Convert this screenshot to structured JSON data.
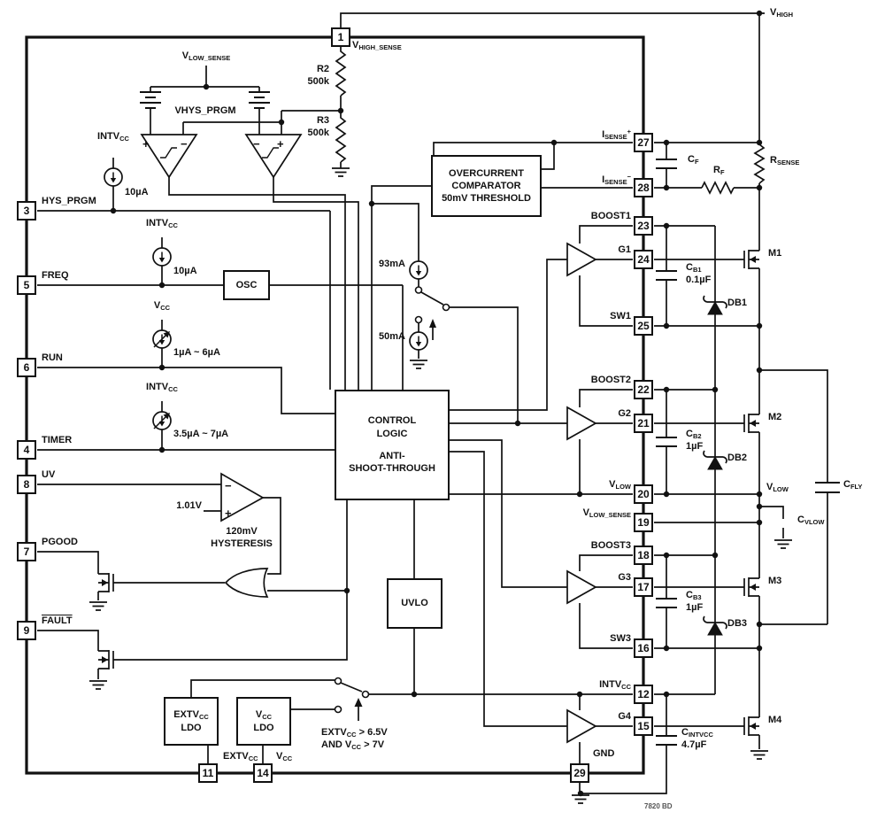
{
  "doc": {
    "code": "7820 BD"
  },
  "signs": {
    "plus": "+",
    "minus": "−"
  },
  "pins": {
    "p1": "1",
    "p3": "3",
    "p5": "5",
    "p6": "6",
    "p4": "4",
    "p8": "8",
    "p7": "7",
    "p9": "9",
    "p11": "11",
    "p14": "14",
    "p29": "29",
    "p27": "27",
    "p28": "28",
    "p23": "23",
    "p24": "24",
    "p25": "25",
    "p22": "22",
    "p21": "21",
    "p20": "20",
    "p19": "19",
    "p18": "18",
    "p17": "17",
    "p16": "16",
    "p12": "12",
    "p15": "15"
  },
  "pin_labels": {
    "vhigh_sense": {
      "a": "V",
      "b": "HIGH_SENSE"
    },
    "hys_prgm": {
      "a": "HYS_PRGM"
    },
    "freq": {
      "a": "FREQ"
    },
    "run": {
      "a": "RUN"
    },
    "timer": {
      "a": "TIMER"
    },
    "uv": {
      "a": "UV"
    },
    "pgood": {
      "a": "PGOOD"
    },
    "fault": {
      "a": "FAULT"
    },
    "extvcc": {
      "a": "EXTV",
      "b": "CC"
    },
    "vcc": {
      "a": "V",
      "b": "CC"
    },
    "gnd": {
      "a": "GND"
    },
    "isense_p": {
      "a": "I",
      "b": "SENSE",
      "p": "+"
    },
    "isense_m": {
      "a": "I",
      "b": "SENSE",
      "p": "−"
    },
    "boost1": {
      "a": "BOOST1"
    },
    "g1": {
      "a": "G1"
    },
    "sw1": {
      "a": "SW1"
    },
    "boost2": {
      "a": "BOOST2"
    },
    "g2": {
      "a": "G2"
    },
    "vlow": {
      "a": "V",
      "b": "LOW"
    },
    "vlow_sense": {
      "a": "V",
      "b": "LOW_SENSE"
    },
    "boost3": {
      "a": "BOOST3"
    },
    "g3": {
      "a": "G3"
    },
    "sw3": {
      "a": "SW3"
    },
    "intvcc": {
      "a": "INTV",
      "b": "CC"
    },
    "g4": {
      "a": "G4"
    }
  },
  "nets": {
    "vhigh": {
      "a": "V",
      "b": "HIGH"
    },
    "vlow_sense_top": {
      "a": "V",
      "b": "LOW_SENSE"
    },
    "vhys_prgm": {
      "a": "VHYS_PRGM"
    },
    "intvcc": {
      "a": "INTV",
      "b": "CC"
    },
    "vcc": {
      "a": "V",
      "b": "CC"
    },
    "vlow_node": {
      "a": "V",
      "b": "LOW"
    }
  },
  "sources": {
    "i10": "10µA",
    "i1_6": "1µA ~ 6µA",
    "i35_7": "3.5µA ~ 7µA",
    "i93": "93mA",
    "i50": "50mA"
  },
  "components": {
    "r2": {
      "name": "R2",
      "value": "500k"
    },
    "r3": {
      "name": "R3",
      "value": "500k"
    },
    "rf": {
      "a": "R",
      "b": "F"
    },
    "rsense": {
      "a": "R",
      "b": "SENSE"
    },
    "cf": {
      "a": "C",
      "b": "F"
    },
    "cb1": {
      "a": "C",
      "b": "B1",
      "value": "0.1µF"
    },
    "cb2": {
      "a": "C",
      "b": "B2",
      "value": "1µF"
    },
    "cb3": {
      "a": "C",
      "b": "B3",
      "value": "1µF"
    },
    "cintvcc": {
      "a": "C",
      "b": "INTVCC",
      "value": "4.7µF"
    },
    "cvlow": {
      "a": "C",
      "b": "VLOW"
    },
    "cfly": {
      "a": "C",
      "b": "FLY"
    },
    "db1": "DB1",
    "db2": "DB2",
    "db3": "DB3",
    "m1": "M1",
    "m2": "M2",
    "m3": "M3",
    "m4": "M4"
  },
  "blocks": {
    "osc": "OSC",
    "overcurrent": {
      "l1": "OVERCURRENT",
      "l2": "COMPARATOR",
      "l3": "50mV THRESHOLD"
    },
    "control": {
      "l1": "CONTROL",
      "l2": "LOGIC",
      "l3": "ANTI-",
      "l4": "SHOOT-THROUGH"
    },
    "uvlo": "UVLO",
    "extvcc_ldo": {
      "a": "EXTV",
      "b": "CC",
      "l2": "LDO"
    },
    "vcc_ldo": {
      "a": "V",
      "b": "CC",
      "l2": "LDO"
    }
  },
  "annotations": {
    "uv_ref": "1.01V",
    "hyst1": "120mV",
    "hyst2": "HYSTERESIS",
    "cond1": {
      "a": "EXTV",
      "b": "CC",
      "c": " > 6.5V"
    },
    "cond2": {
      "a": "AND V",
      "b": "CC",
      "c": " > 7V"
    }
  }
}
